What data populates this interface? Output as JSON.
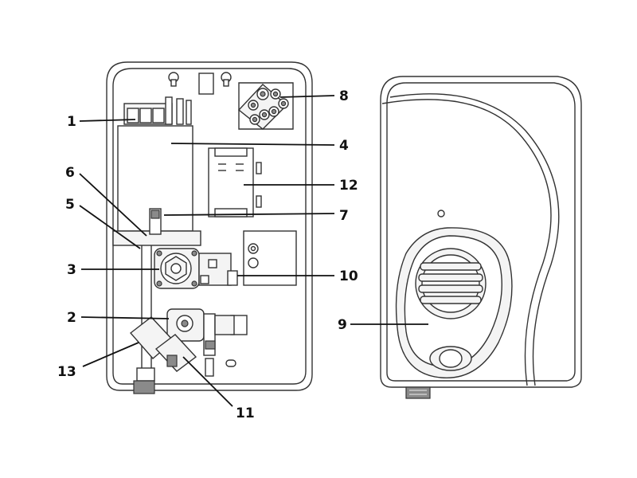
{
  "callouts": [
    {
      "id": "c1",
      "label": "1"
    },
    {
      "id": "c2",
      "label": "2"
    },
    {
      "id": "c3",
      "label": "3"
    },
    {
      "id": "c4",
      "label": "4"
    },
    {
      "id": "c5",
      "label": "5"
    },
    {
      "id": "c6",
      "label": "6"
    },
    {
      "id": "c7",
      "label": "7"
    },
    {
      "id": "c8",
      "label": "8"
    },
    {
      "id": "c9",
      "label": "9"
    },
    {
      "id": "c10",
      "label": "10"
    },
    {
      "id": "c11",
      "label": "11"
    },
    {
      "id": "c12",
      "label": "12"
    },
    {
      "id": "c13",
      "label": "13"
    }
  ]
}
